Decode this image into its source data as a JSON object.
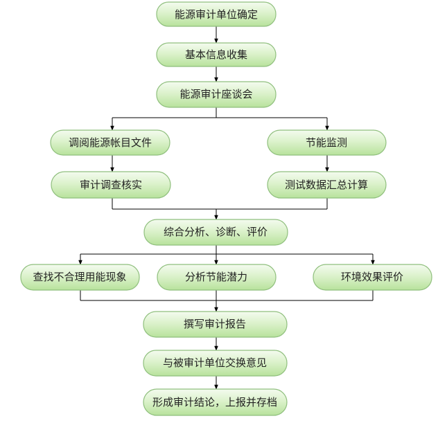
{
  "flowchart": {
    "colors": {
      "node_fill_top": "#f4fbef",
      "node_fill_bottom": "#b8e29c",
      "node_border": "#8fbf7d",
      "connector": "#000000",
      "text": "#222222"
    },
    "steps": {
      "determine_unit": "能源审计单位确定",
      "collect_info": "基本信息收集",
      "forum": "能源审计座谈会",
      "review_accounts": "调阅能源帐目文件",
      "energy_monitoring": "节能监测",
      "verify": "审计调查核实",
      "test_data": "测试数据汇总计算",
      "analysis": "综合分析、诊断、评价",
      "find_unreasonable": "查找不合理用能现象",
      "saving_potential": "分析节能潜力",
      "environment_eval": "环境效果评价",
      "write_report": "撰写审计报告",
      "exchange_opinions": "与被审计单位交换意见",
      "conclusion": "形成审计结论，上报并存档"
    }
  }
}
